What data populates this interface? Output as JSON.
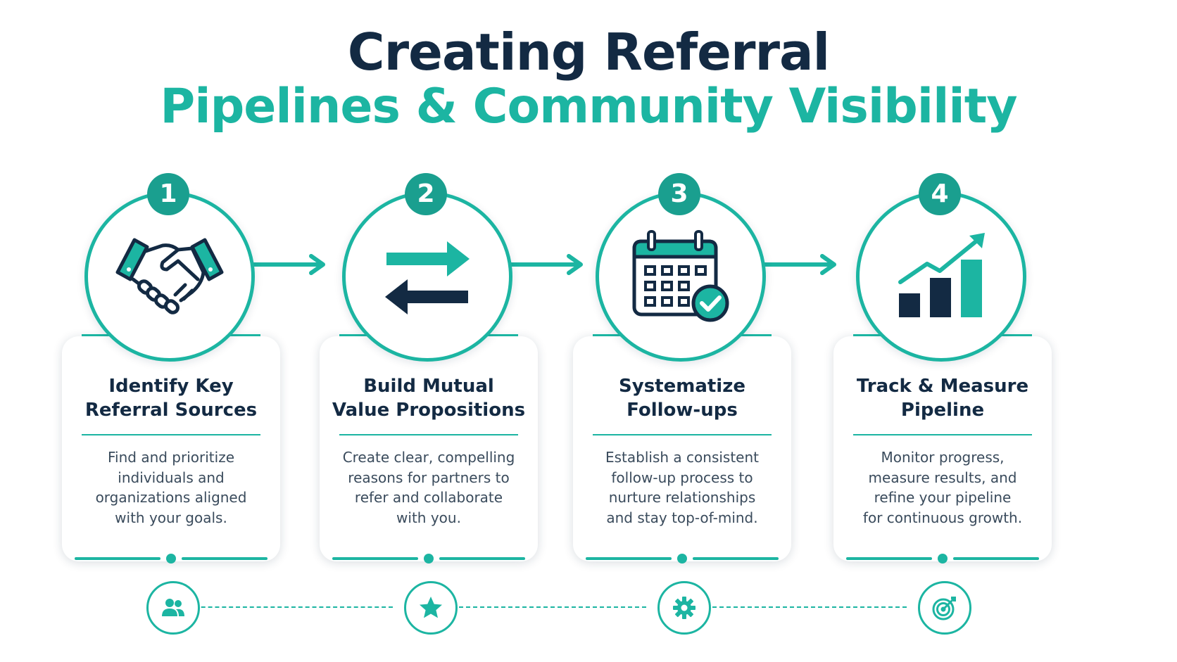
{
  "title": {
    "line1": "Creating Referral",
    "line2": "Pipelines & Community Visibility"
  },
  "colors": {
    "teal": "#1cb5a2",
    "dark_teal": "#1a9f8f",
    "navy": "#132a43"
  },
  "steps": [
    {
      "number": "1",
      "icon": "handshake-icon",
      "title_line1": "Identify Key",
      "title_line2": "Referral Sources",
      "desc": [
        "Find and prioritize",
        "individuals and",
        "organizations aligned",
        "with your goals."
      ],
      "sub_icon": "people-icon"
    },
    {
      "number": "2",
      "icon": "exchange-arrows-icon",
      "title_line1": "Build Mutual",
      "title_line2": "Value Propositions",
      "desc": [
        "Create clear, compelling",
        "reasons for partners to",
        "refer and collaborate",
        "with you."
      ],
      "sub_icon": "star-icon"
    },
    {
      "number": "3",
      "icon": "calendar-check-icon",
      "title_line1": "Systematize",
      "title_line2": "Follow-ups",
      "desc": [
        "Establish a consistent",
        "follow-up process to",
        "nurture relationships",
        "and stay top-of-mind."
      ],
      "sub_icon": "gear-icon"
    },
    {
      "number": "4",
      "icon": "growth-chart-icon",
      "title_line1": "Track & Measure",
      "title_line2": "Pipeline",
      "desc": [
        "Monitor progress,",
        "measure results, and",
        "refine your pipeline",
        "for continuous growth."
      ],
      "sub_icon": "target-icon"
    }
  ]
}
